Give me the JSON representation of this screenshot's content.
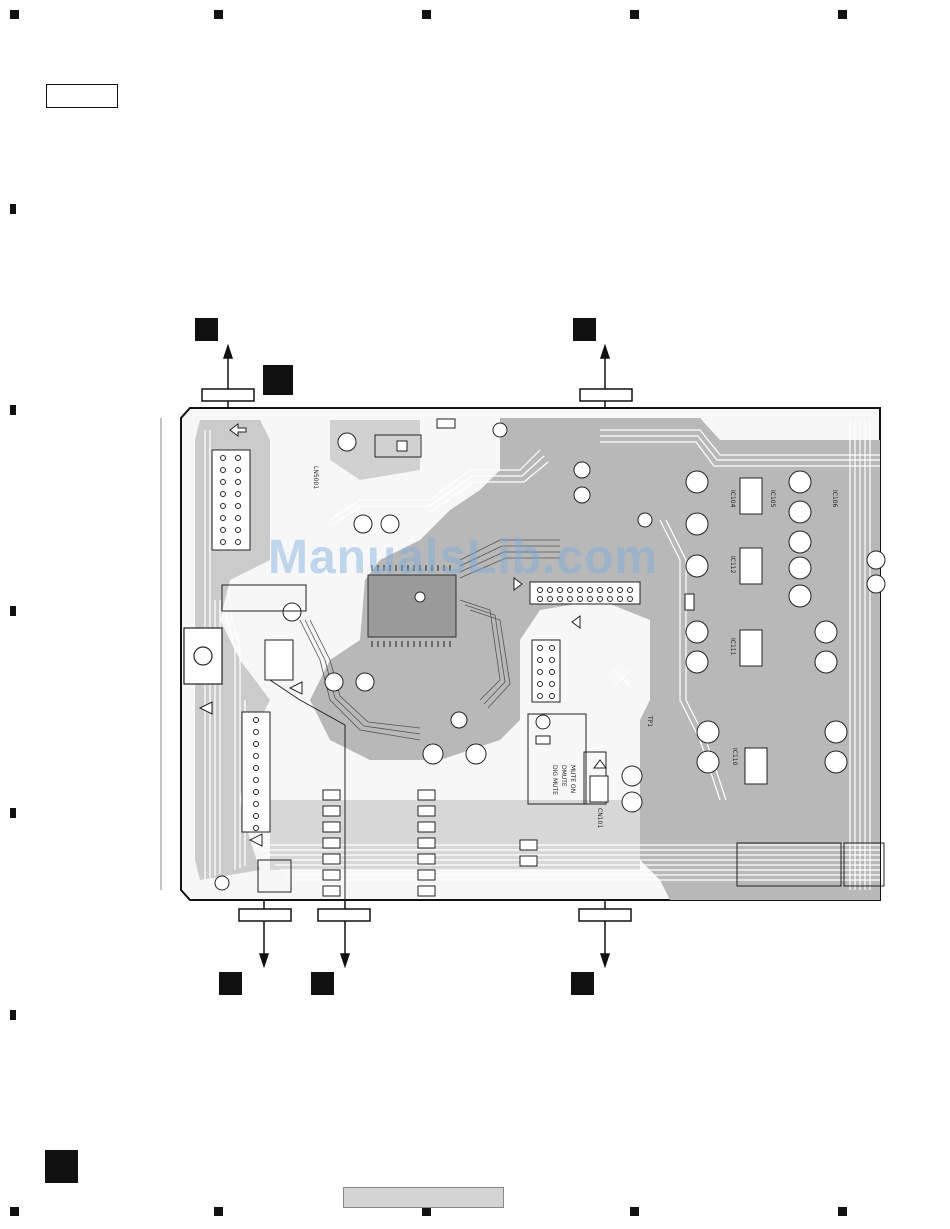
{
  "document": {
    "watermark": "ManualsLib.com",
    "labels": {
      "ic104": "IC104",
      "ic105": "IC105",
      "ic106": "IC106",
      "ic110": "IC110",
      "ic111": "IC111",
      "ic112": "IC112",
      "cn101": "CN101",
      "ln5001": "LN5001",
      "dig_mute": "DIG MUTE",
      "dmute": "DMUTE",
      "mute_on": "MUTE ON",
      "tp1": "TP1"
    },
    "colors": {
      "ink": "#111111",
      "copper": "#b8b8b8",
      "watermark": "#78aadc"
    }
  }
}
